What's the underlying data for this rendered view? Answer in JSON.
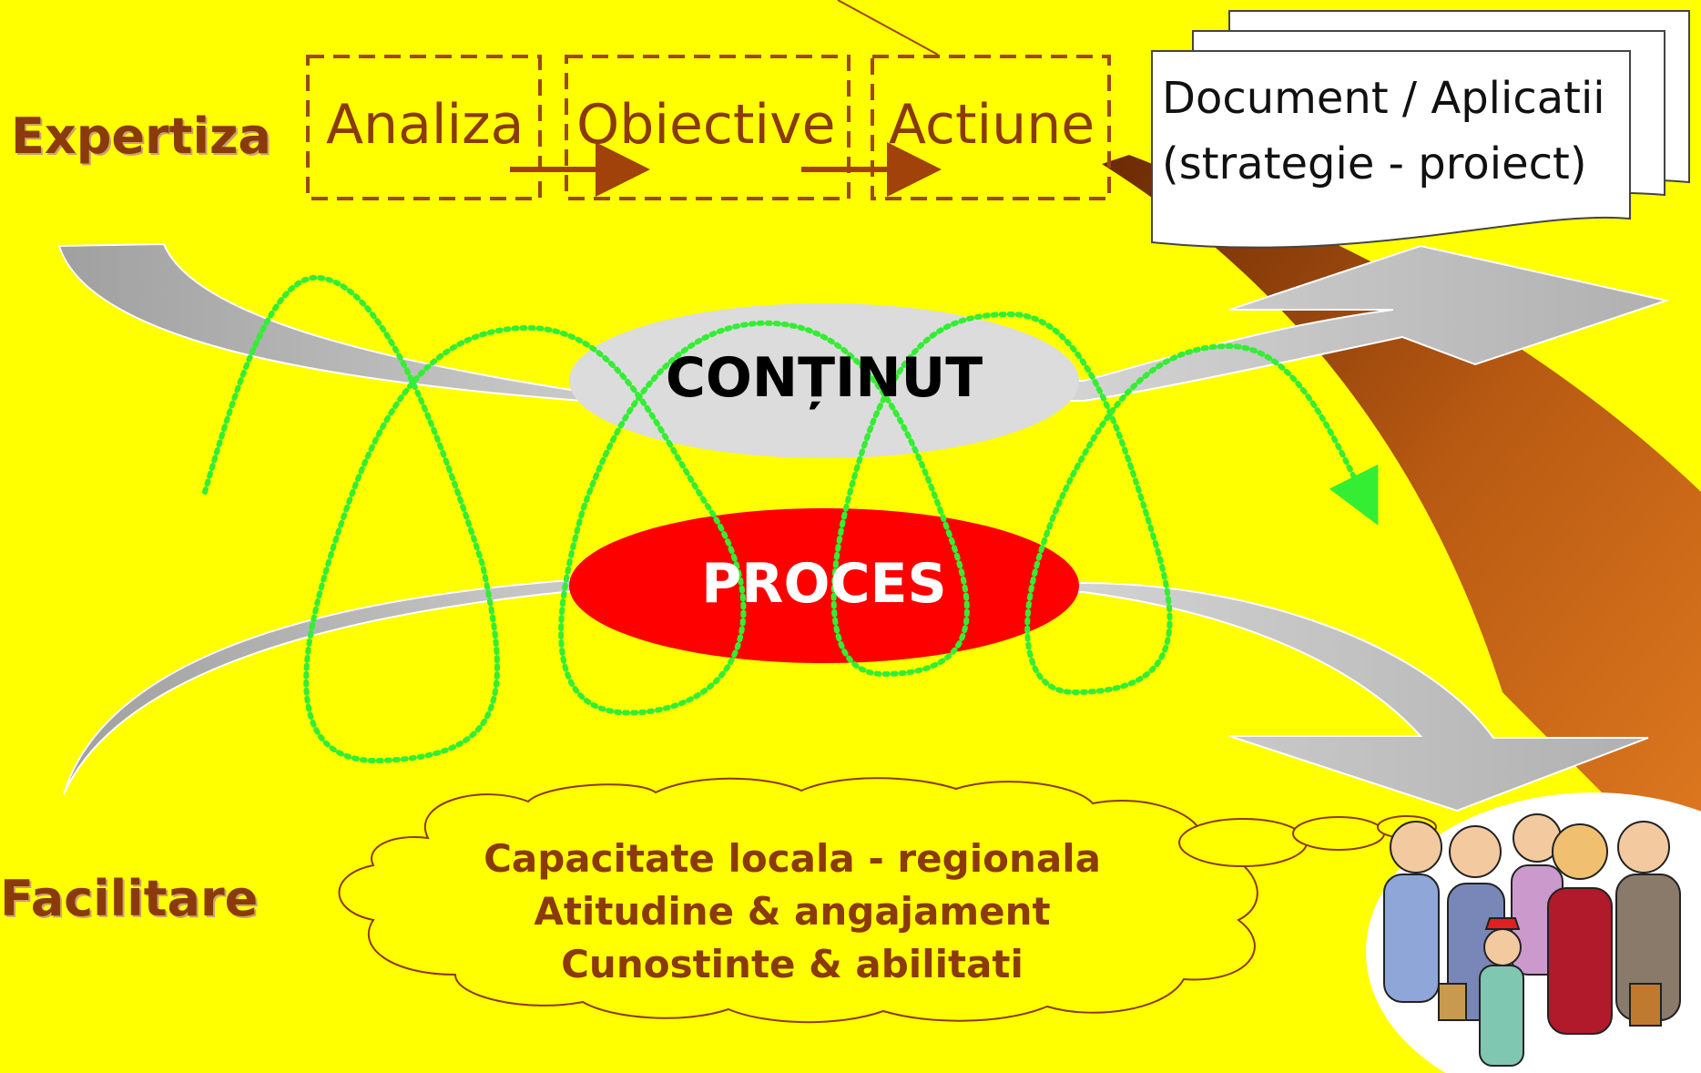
{
  "labels": {
    "expertiza": "Expertiza",
    "facilitare": "Facilitare"
  },
  "steps": [
    "Analiza",
    "Obiective",
    "Actiune"
  ],
  "document": {
    "line1": "Document / Aplicatii",
    "line2": "(strategie - proiect)"
  },
  "ellipses": {
    "continut": "CONȚINUT",
    "proces": "PROCES"
  },
  "cloud": {
    "lines": [
      "Capacitate locala - regionala",
      "Atitudine & angajament",
      "Cunostinte & abilitati"
    ]
  },
  "colors": {
    "background": "#ffff00",
    "label_brown": "#8b3a0a",
    "box_dash": "#9a4a10",
    "gray_arrow": "#c0c0c0",
    "continut_fill": "#dcdcdc",
    "proces_fill": "#ff0000",
    "green_dotted": "#33ee33",
    "brown_band": "#c8681a"
  },
  "icons": {
    "group": "people-group-clipart"
  }
}
